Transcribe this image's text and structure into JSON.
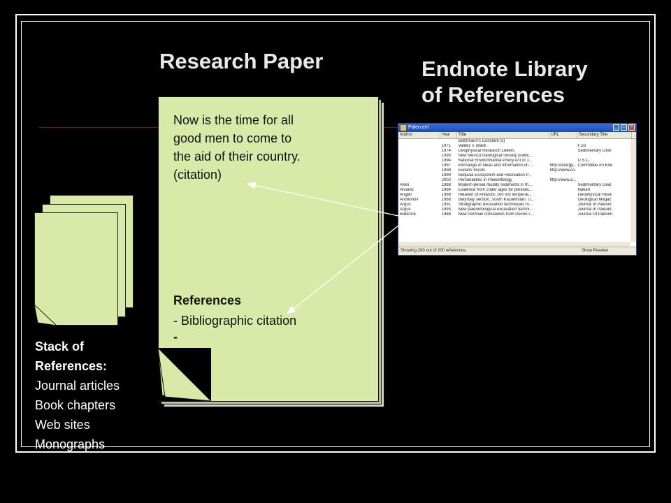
{
  "titles": {
    "paper": "Research Paper",
    "library_line1": "Endnote Library",
    "library_line2": "of References"
  },
  "paper": {
    "body_lines": [
      "Now is the time for all",
      "good men to come to",
      "the aid of their country.",
      "(citation)"
    ],
    "references_heading": "References",
    "references_line": "- Bibliographic  citation",
    "references_dash": "-"
  },
  "stack": {
    "heading_line1": "Stack of",
    "heading_line2": "References:",
    "items": [
      "Journal articles",
      "Book chapters",
      "Web sites",
      "Monographs"
    ]
  },
  "endnote_window": {
    "title": "Paleo.enl",
    "columns": [
      "Author",
      "Year",
      "Title",
      "URL",
      "Secondary Title"
    ],
    "rows": [
      [
        "",
        "",
        "Boltzmann's Constant (k)",
        "",
        ""
      ],
      [
        "",
        "1971",
        "Valdez v. Black",
        "",
        "F.2d"
      ],
      [
        "",
        "1974",
        "Geophysical Research Letters",
        "",
        "Sedimentary Geol"
      ],
      [
        "",
        "1990",
        "New Mexico Geological Society public...",
        "",
        ""
      ],
      [
        "",
        "1994",
        "National Environmental Policy Act of 1...",
        "",
        "U.S.C."
      ],
      [
        "",
        "1997",
        "Exchange of ideas and information on ...",
        "http://energy....",
        "Committee on Ene"
      ],
      [
        "",
        "1998",
        "Eocene fossils",
        "http://www.co...",
        ""
      ],
      [
        "",
        "1999",
        "Sequoia Ecosystem and Recreation P...",
        "",
        ""
      ],
      [
        "",
        "2002",
        "Personalities in Paleontology",
        "http://www.a...",
        ""
      ],
      [
        "Allen",
        "1988",
        "Modern-period muddy sediments in th...",
        "",
        "Sedimentary Geol"
      ],
      [
        "Alvarez",
        "1984",
        "Evidence from crater ages for periodic...",
        "",
        "Nature"
      ],
      [
        "Angell",
        "1988",
        "Relation of Antarctic 100 mb temperat...",
        "",
        "Geophysical Rese"
      ],
      [
        "Anollonov",
        "1988",
        "Batyrbay section, South Kazakhstan, U...",
        "",
        "Geological Magaz"
      ],
      [
        "Argus",
        "1991",
        "Stratigraphic excavation techniques fo...",
        "",
        "Journal of Paleont"
      ],
      [
        "Argus",
        "1993",
        "New paleontological excavation techni...",
        "",
        "Journal of Paleont"
      ],
      [
        "Babcock",
        "1988",
        "New Permian conulariids from Devon I...",
        "",
        "Journal Of Paleont"
      ]
    ],
    "status": "Showing 200 out of 200 references.",
    "preview_button": "Show Preview"
  }
}
